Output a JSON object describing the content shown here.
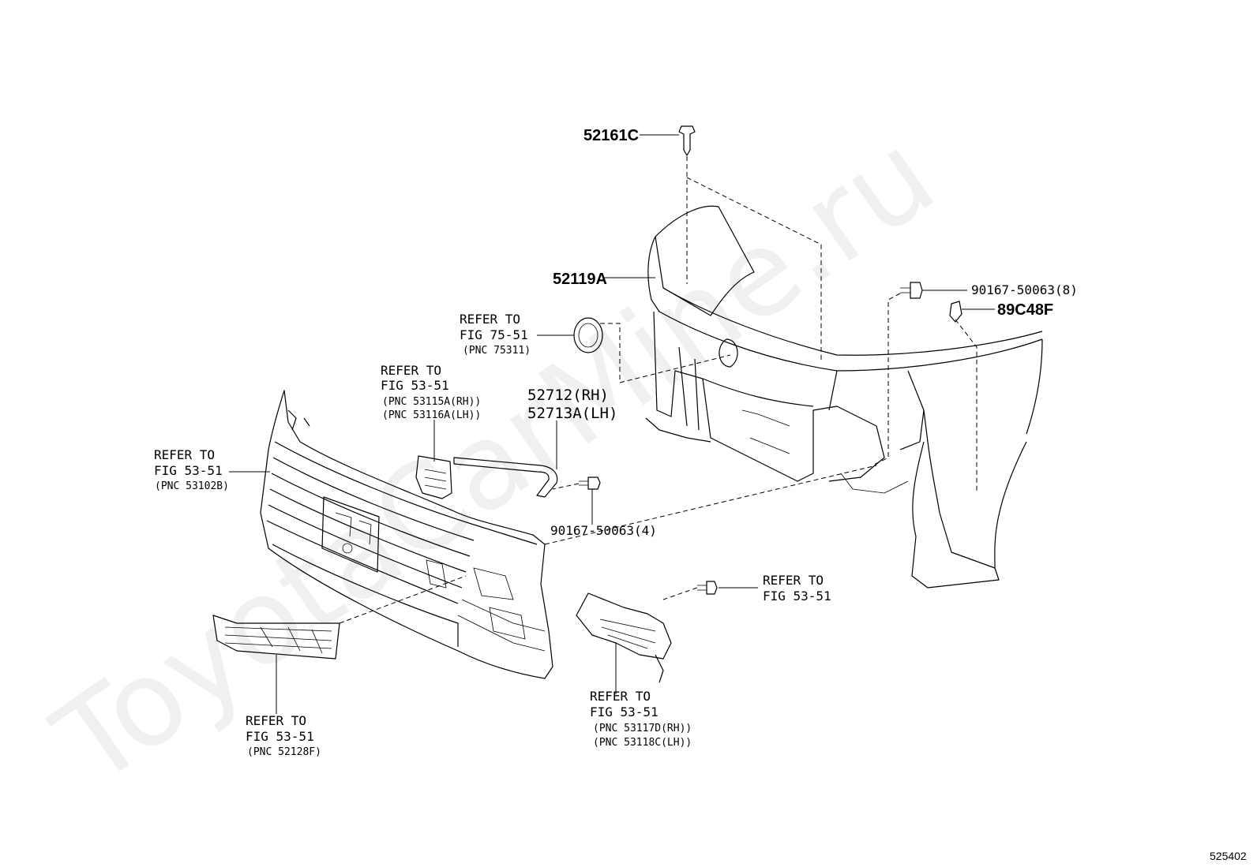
{
  "watermark": "ToyotaCarMine.ru",
  "diagram_code": "525402",
  "labels": {
    "p52161C": "52161C",
    "p52119A": "52119A",
    "p90167_8": "90167-50063(8)",
    "p89C48F": "89C48F",
    "p52712": "52712(RH)",
    "p52713A": "52713A(LH)",
    "p90167_4": "90167-50063(4)"
  },
  "refs": {
    "emblem": {
      "l1": "REFER TO",
      "l2": "FIG 75-51",
      "l3": "(PNC 75311)"
    },
    "bracket": {
      "l1": "REFER TO",
      "l2": "FIG 53-51",
      "l3": "(PNC 53115A(RH))",
      "l4": "(PNC 53116A(LH))"
    },
    "grille": {
      "l1": "REFER TO",
      "l2": "FIG 53-51",
      "l3": "(PNC 53102B)"
    },
    "lower_grille": {
      "l1": "REFER TO",
      "l2": "FIG 53-51",
      "l3": "(PNC 52128F)"
    },
    "bolt_right": {
      "l1": "REFER TO",
      "l2": "FIG 53-51"
    },
    "side_grille": {
      "l1": "REFER TO",
      "l2": "FIG 53-51",
      "l3": "(PNC 53117D(RH))",
      "l4": "(PNC 53118C(LH))"
    }
  }
}
